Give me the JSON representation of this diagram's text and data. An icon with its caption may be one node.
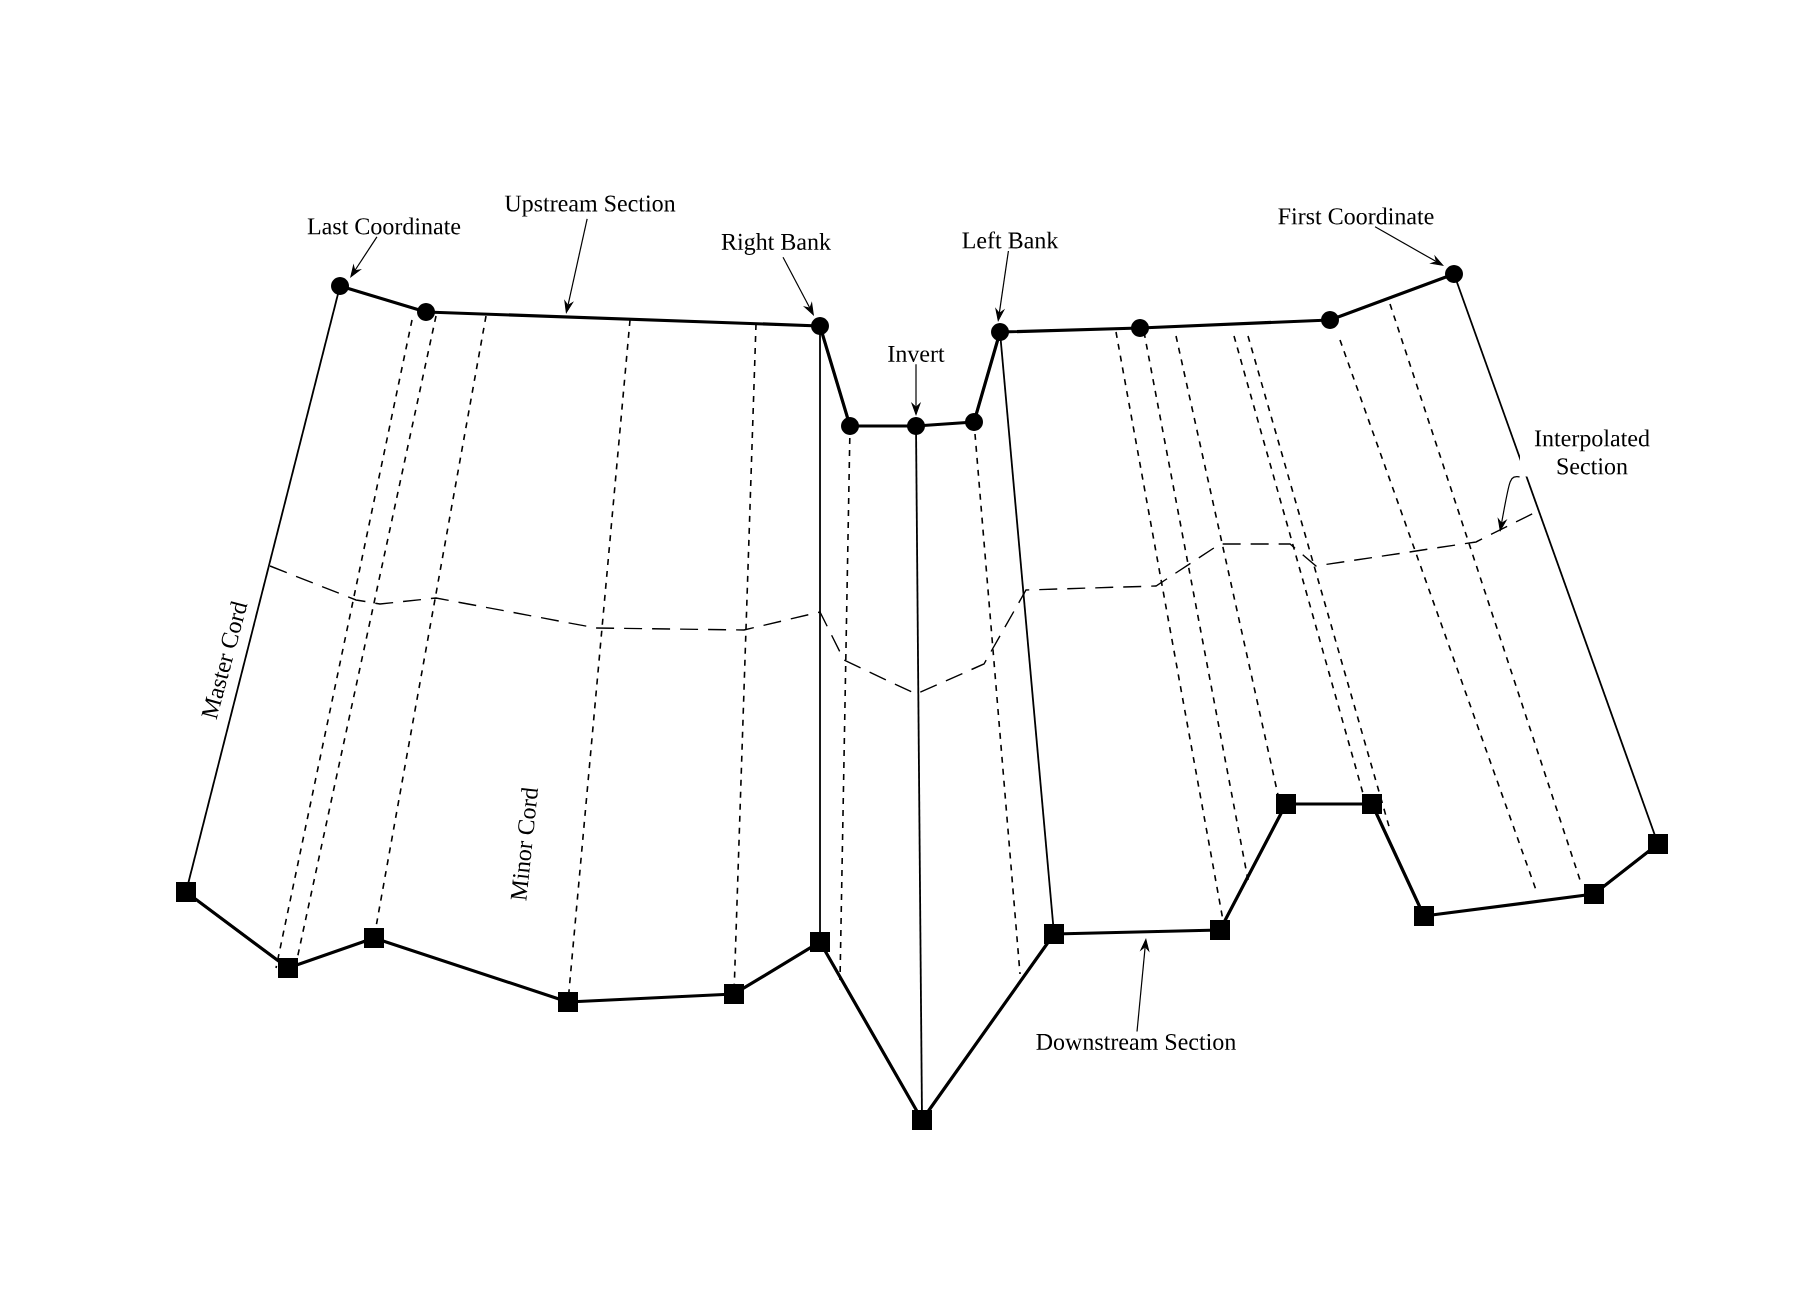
{
  "diagram": {
    "nodes": [
      {
        "text": [
          "Upstream Section"
        ]
      },
      {
        "text": [
          "Last Coordinate"
        ]
      },
      {
        "text": [
          "Right Bank"
        ]
      },
      {
        "text": [
          "Invert"
        ]
      },
      {
        "text": [
          "Left Bank"
        ]
      },
      {
        "text": [
          "First Coordinate"
        ]
      },
      {
        "text": [
          "Interpolated Section"
        ]
      },
      {
        "text": [
          "Downstream Section"
        ]
      }
    ],
    "edges": [
      {
        "from": 0,
        "to": null,
        "arrow": "to"
      },
      {
        "from": 1,
        "to": null,
        "arrow": "to"
      },
      {
        "from": 2,
        "to": null,
        "arrow": "to"
      },
      {
        "from": 3,
        "to": null,
        "arrow": "to"
      },
      {
        "from": 4,
        "to": null,
        "arrow": "to"
      },
      {
        "from": 5,
        "to": null,
        "arrow": "to"
      },
      {
        "from": 6,
        "to": null,
        "arrow": "to"
      },
      {
        "from": 7,
        "to": null,
        "arrow": "to"
      }
    ],
    "labels": [
      "Master Cord",
      "Minor Cord"
    ]
  }
}
